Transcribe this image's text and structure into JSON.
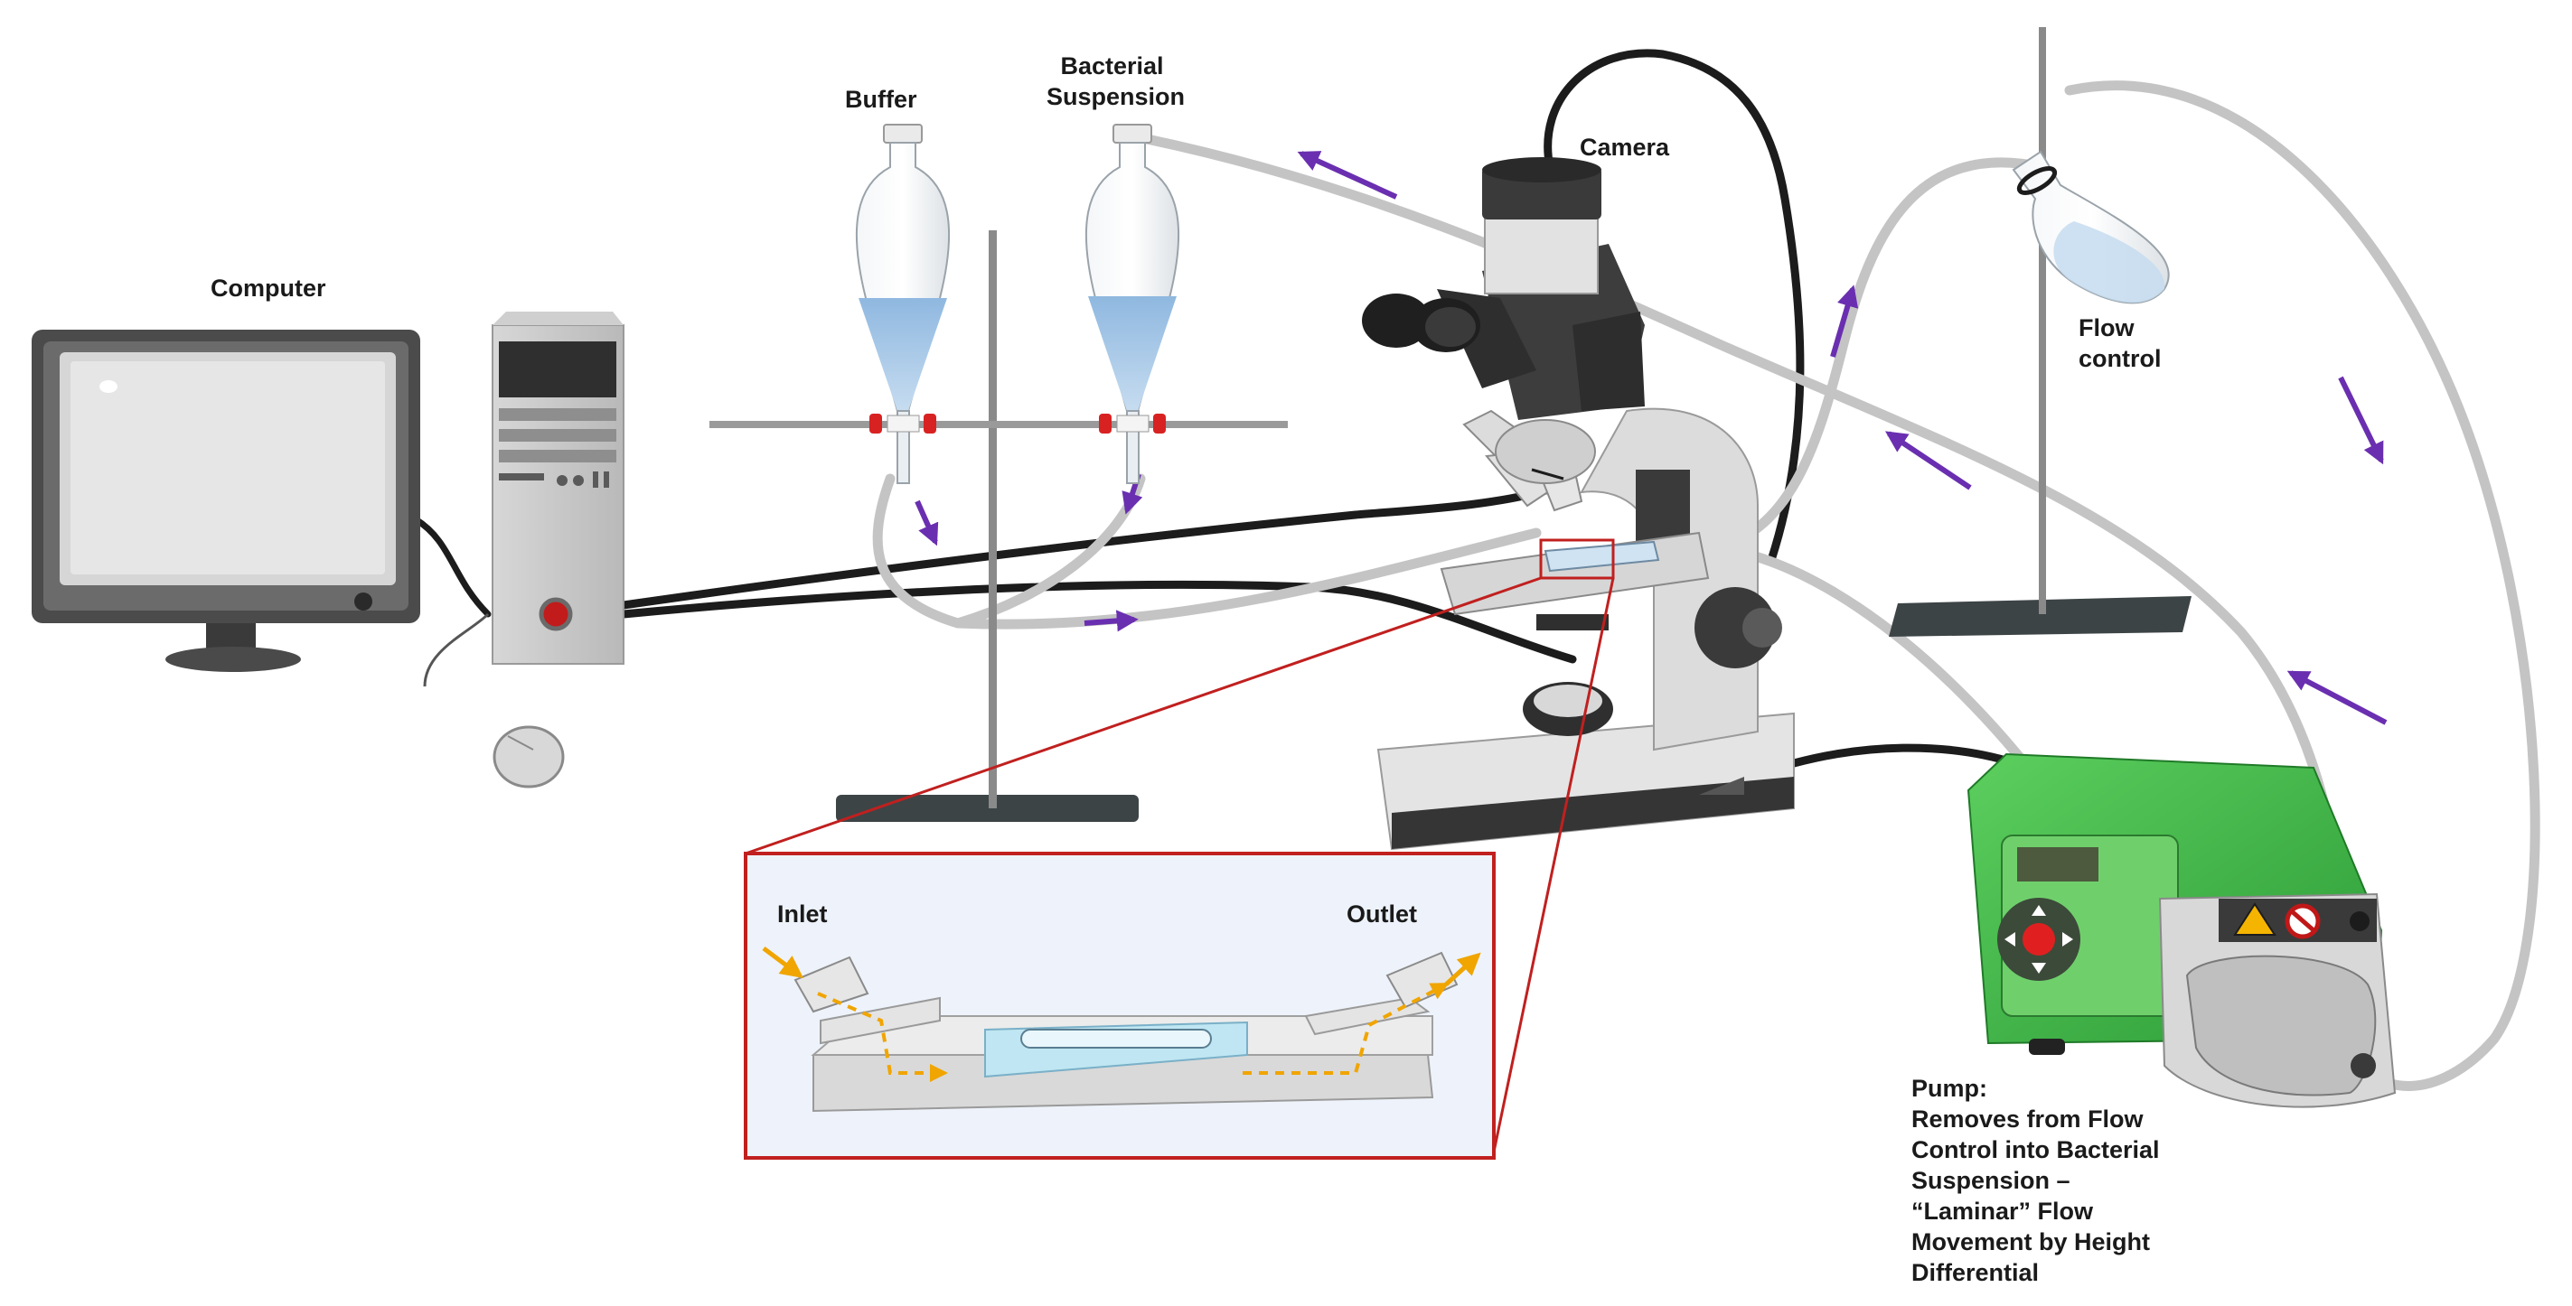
{
  "labels": {
    "computer": "Computer",
    "buffer": "Buffer",
    "bacterial_suspension_line1": "Bacterial",
    "bacterial_suspension_line2": "Suspension",
    "camera": "Camera",
    "flow_control_line1": "Flow",
    "flow_control_line2": "control",
    "inlet": "Inlet",
    "outlet": "Outlet",
    "pump_lines": [
      "Pump:",
      "Removes from Flow",
      "Control into Bacterial",
      "Suspension –",
      "“Laminar” Flow",
      "Movement by Height",
      "Differential"
    ]
  },
  "colors": {
    "tubing": "#c8c8c8",
    "cable": "#1c1c1c",
    "flow_arrow": "#6a2fb0",
    "zoom_box": "#c0201f",
    "pump_green": "#3fb54a",
    "microchannel_arrow": "#f0a500",
    "liquid": "#a9cbe8"
  }
}
